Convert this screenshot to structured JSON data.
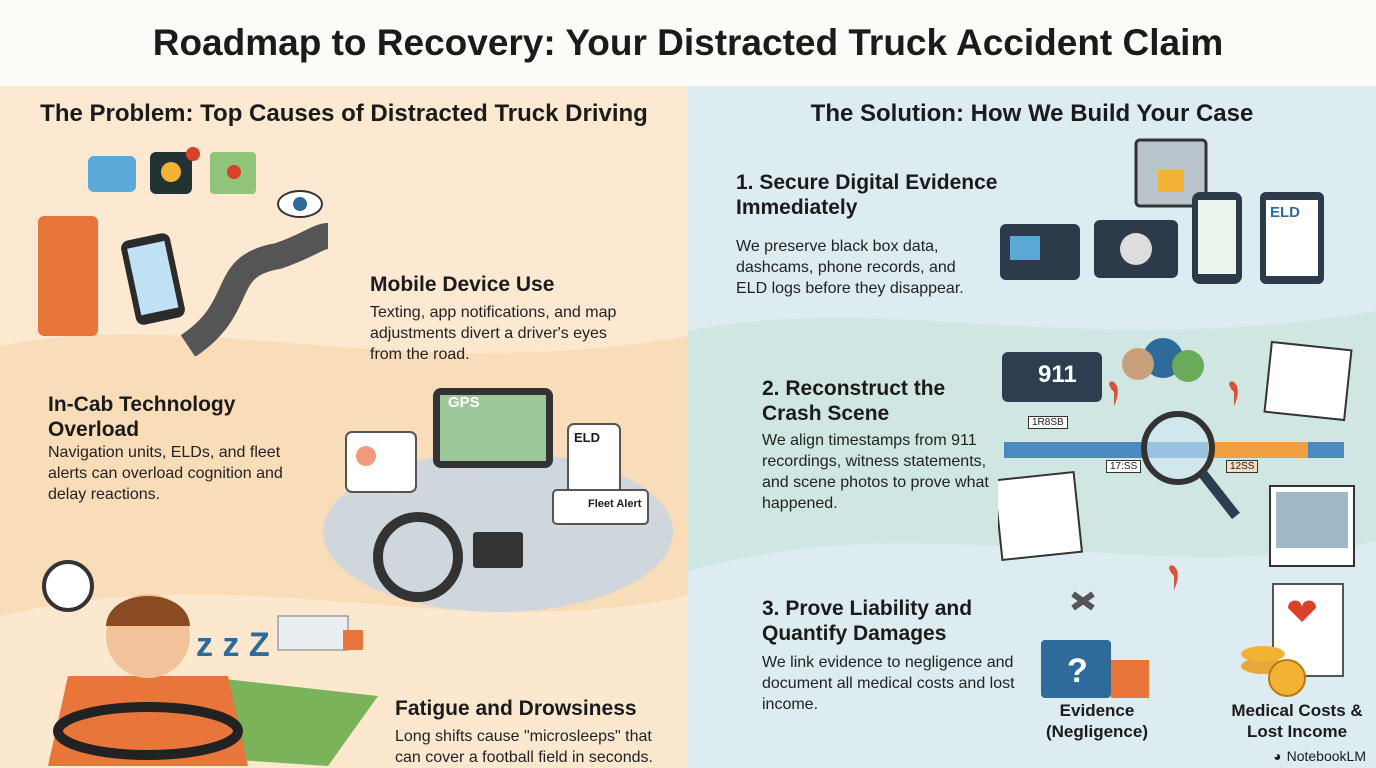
{
  "title": "Roadmap to Recovery: Your Distracted Truck Accident Claim",
  "problem": {
    "heading": "The Problem: Top Causes of Distracted Truck Driving",
    "items": [
      {
        "title": "Mobile Device Use",
        "text": "Texting, app notifications, and map adjustments divert a driver's eyes from the road."
      },
      {
        "title": "In-Cab Technology Overload",
        "text": "Navigation units, ELDs, and fleet alerts can overload cognition and delay reactions.",
        "labels": {
          "gps": "GPS",
          "eld": "ELD",
          "alert": "Fleet Alert"
        }
      },
      {
        "title": "Fatigue and Drowsiness",
        "text": "Long shifts cause \"microsleeps\" that can cover a football field in seconds.",
        "zzz": "z z Z"
      }
    ]
  },
  "solution": {
    "heading": "The Solution: How We Build Your Case",
    "items": [
      {
        "title": "1. Secure Digital Evidence Immediately",
        "text": "We preserve black box data, dashcams, phone records, and ELD logs before they disappear.",
        "eld": "ELD"
      },
      {
        "title": "2. Reconstruct the Crash Scene",
        "text": "We align timestamps from 911 recordings, witness statements, and scene photos to prove what happened.",
        "call": "911",
        "times": [
          "1R8SB",
          "17:SS",
          "12SS"
        ]
      },
      {
        "title": "3. Prove Liability and Quantify Damages",
        "text": "We link evidence to negligence and document all medical costs and lost income.",
        "labels": [
          "Evidence (Negligence)",
          "Medical Costs & Lost Income"
        ]
      }
    ]
  },
  "brand": "NotebookLM",
  "colors": {
    "left_bg": "#fbe8cf",
    "right_bg": "#dcecf0",
    "accent_orange": "#e8763a",
    "accent_blue": "#2e6b9a"
  }
}
